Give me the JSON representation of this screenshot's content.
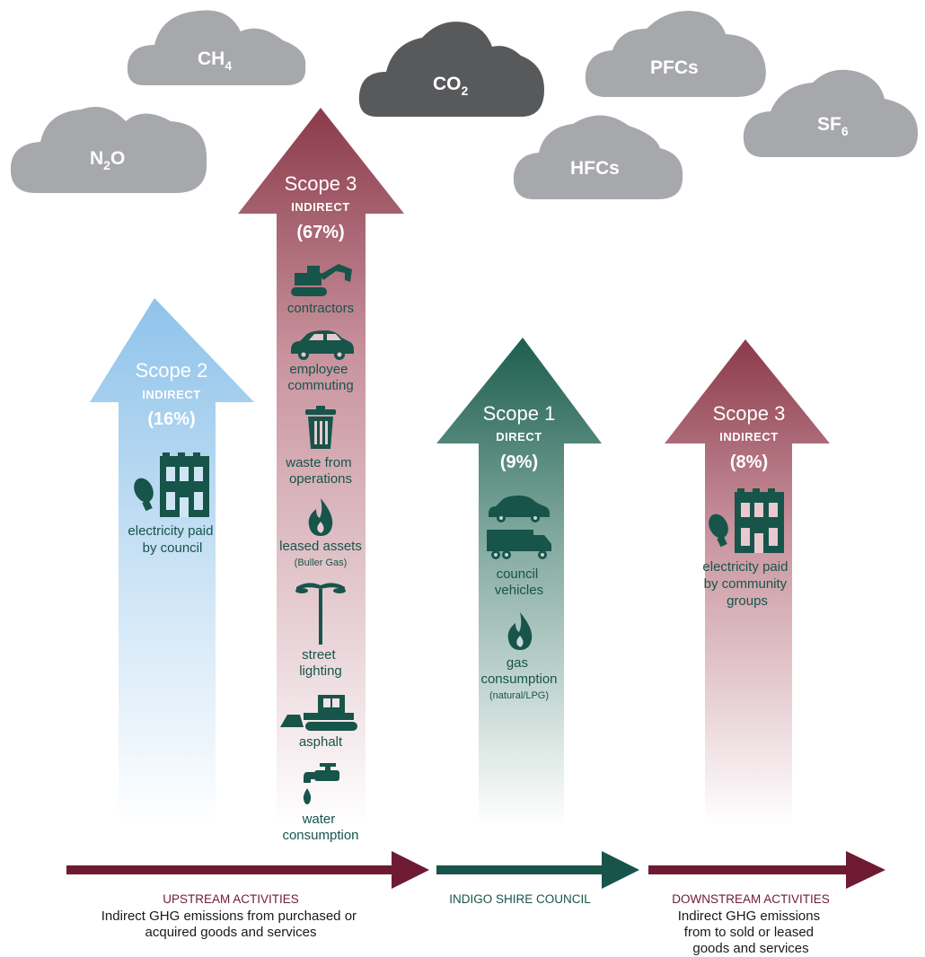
{
  "gases": {
    "n2o": {
      "main": "N",
      "sub": "2",
      "tail": "O"
    },
    "ch4": {
      "main": "CH",
      "sub": "4",
      "tail": ""
    },
    "co2": {
      "main": "CO",
      "sub": "2",
      "tail": ""
    },
    "pfcs": {
      "main": "PFCs",
      "sub": "",
      "tail": ""
    },
    "hfcs": {
      "main": "HFCs",
      "sub": "",
      "tail": ""
    },
    "sf6": {
      "main": "SF",
      "sub": "6",
      "tail": ""
    }
  },
  "scopes": {
    "scope2": {
      "title": "Scope 2",
      "type": "INDIRECT",
      "pct": "(16%)",
      "items": [
        {
          "label_lines": [
            "electricity paid",
            "by council"
          ],
          "icon": "bulb-building-icon"
        }
      ]
    },
    "scope3_up": {
      "title": "Scope 3",
      "type": "INDIRECT",
      "pct": "(67%)",
      "items": [
        {
          "label_lines": [
            "contractors"
          ],
          "icon": "excavator-icon"
        },
        {
          "label_lines": [
            "employee",
            "commuting"
          ],
          "icon": "car-icon"
        },
        {
          "label_lines": [
            "waste from",
            "operations"
          ],
          "icon": "bin-icon"
        },
        {
          "label_lines": [
            "leased assets"
          ],
          "sub": "(Buller Gas)",
          "icon": "flame-icon"
        },
        {
          "label_lines": [
            "street",
            "lighting"
          ],
          "icon": "street-light-icon"
        },
        {
          "label_lines": [
            "asphalt"
          ],
          "icon": "bulldozer-icon"
        },
        {
          "label_lines": [
            "water",
            "consumption"
          ],
          "icon": "tap-icon"
        }
      ]
    },
    "scope1": {
      "title": "Scope 1",
      "type": "DIRECT",
      "pct": "(9%)",
      "items": [
        {
          "label_lines": [
            "council",
            "vehicles"
          ],
          "icon": "car-truck-icon"
        },
        {
          "label_lines": [
            "gas",
            "consumption"
          ],
          "sub": "(natural/LPG)",
          "icon": "flame-icon"
        }
      ]
    },
    "scope3_down": {
      "title": "Scope 3",
      "type": "INDIRECT",
      "pct": "(8%)",
      "items": [
        {
          "label_lines": [
            "electricity paid",
            "by community",
            "groups"
          ],
          "icon": "bulb-building-icon"
        }
      ]
    }
  },
  "bottom": {
    "upstream": {
      "title": "UPSTREAM ACTIVITIES",
      "desc": [
        "Indirect GHG emissions from purchased or",
        "acquired goods and services"
      ]
    },
    "council": {
      "title": "INDIGO SHIRE COUNCIL",
      "desc": []
    },
    "downstream": {
      "title": "DOWNSTREAM ACTIVITIES",
      "desc": [
        "Indirect GHG emissions",
        "from to sold or leased",
        "goods and services"
      ]
    }
  },
  "colors": {
    "scope2": "#8fc3ea",
    "scope3": "#8b3a4a",
    "scope1": "#1d5e4f",
    "maroon": "#6e1a33",
    "green": "#17544a",
    "cloud_light": "#a7a8ab",
    "cloud_dark": "#58595b"
  }
}
